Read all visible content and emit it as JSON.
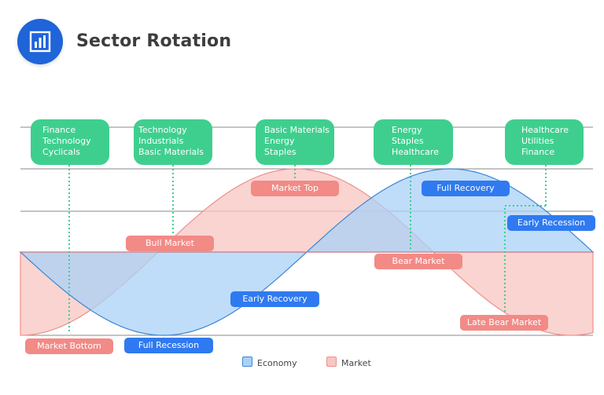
{
  "header": {
    "title": "Sector Rotation",
    "icon": "bar-chart-icon"
  },
  "colors": {
    "economy_fill": "#a9d1f7",
    "economy_line": "#3a86d4",
    "market_fill": "#f8c6c2",
    "market_line": "#ee8f8a",
    "sector_box": "#3ecf8e",
    "economy_tag": "#2f7af0",
    "market_tag": "#f28a86"
  },
  "sectors": [
    {
      "lines": [
        "Finance",
        "Technology",
        "Cyclicals"
      ]
    },
    {
      "lines": [
        "Technology",
        "Industrials",
        "Basic Materials"
      ]
    },
    {
      "lines": [
        "Basic Materials",
        "Energy",
        "Staples"
      ]
    },
    {
      "lines": [
        "Energy",
        "Staples",
        "Healthcare"
      ]
    },
    {
      "lines": [
        "Healthcare",
        "Utilities",
        "Finance"
      ]
    }
  ],
  "market_phases": [
    "Market Bottom",
    "Bull Market",
    "Market Top",
    "Bear Market",
    "Late Bear Market"
  ],
  "economy_phases": [
    "Full Recession",
    "Early Recovery",
    "Full Recovery",
    "Early Recession"
  ],
  "legend": {
    "economy": "Economy",
    "market": "Market"
  }
}
